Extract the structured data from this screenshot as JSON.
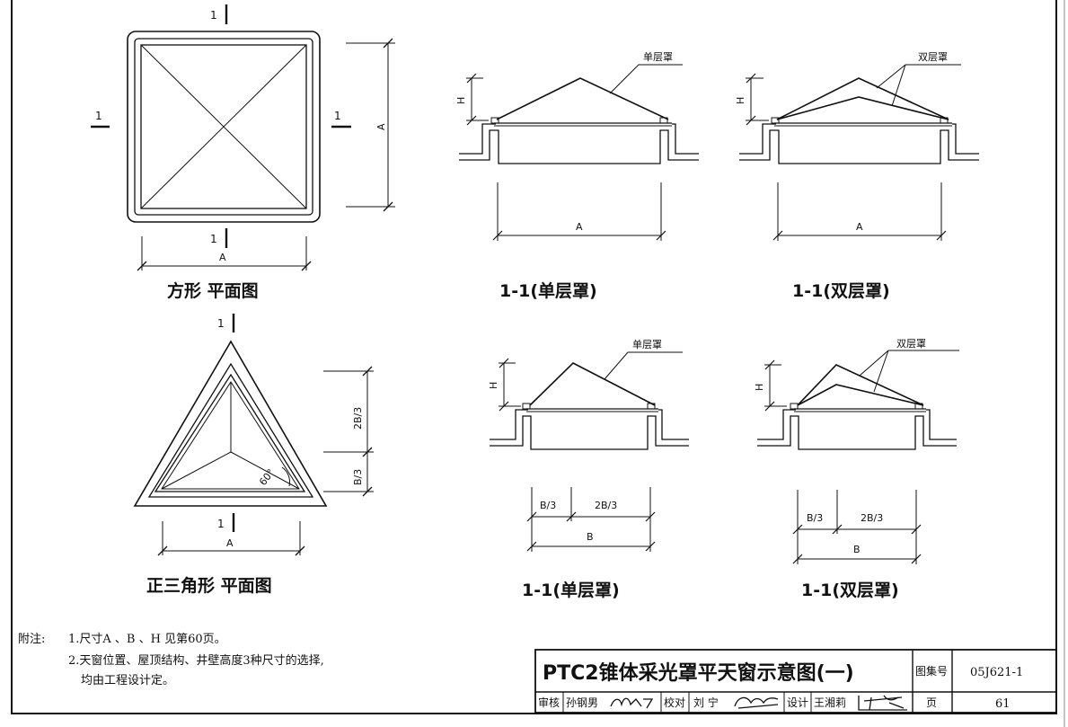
{
  "section_mark": "1",
  "dims": {
    "a": "A",
    "b": "B",
    "h": "H",
    "b3": "B/3",
    "b23": "2B/3",
    "angle": "60°"
  },
  "callouts": {
    "single": "单层罩",
    "double": "双层罩"
  },
  "captions": {
    "square_plan": "方形 平面图",
    "sec_single_1": "1-1(单层罩)",
    "sec_double_1": "1-1(双层罩)",
    "tri_plan": "正三角形   平面图",
    "sec_single_2": "1-1(单层罩)",
    "sec_double_2": "1-1(双层罩)"
  },
  "notes": {
    "prefix": "附注:",
    "line1": "1.尺寸A 、B 、H 见第60页。",
    "line2": "2.天窗位置、屋顶结构、井壁高度3种尺寸的选择,",
    "line3": "均由工程设计定。"
  },
  "title_block": {
    "title": "PTC2锥体采光罩平天窗示意图(一)",
    "atlas_label": "图集号",
    "atlas_no": "05J621-1",
    "review_label": "审核",
    "review_name": "孙钢男",
    "check_label": "校对",
    "check_name": "刘 宁",
    "design_label": "设计",
    "design_name": "王湘莉",
    "page_label": "页",
    "page_no": "61"
  }
}
